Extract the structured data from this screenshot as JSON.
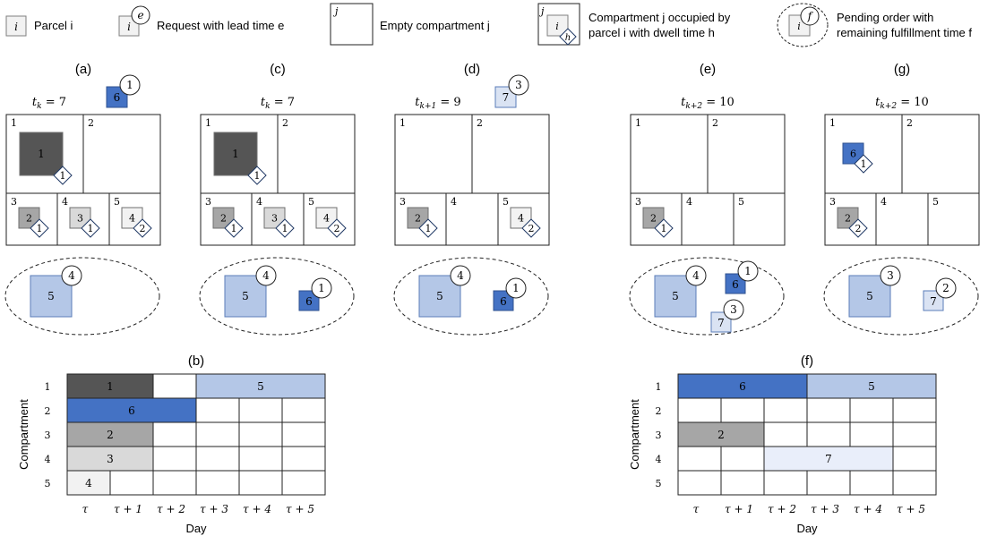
{
  "legend": {
    "parcel": {
      "symbol": "i",
      "label": "Parcel i"
    },
    "request": {
      "symbol": "i",
      "badge": "e",
      "label": "Request with lead time e"
    },
    "empty": {
      "symbol": "j",
      "label": "Empty compartment j"
    },
    "occupied": {
      "symbol_j": "j",
      "symbol_i": "i",
      "symbol_h": "h",
      "label_line1": "Compartment j occupied by",
      "label_line2": "parcel i with dwell time h"
    },
    "pending": {
      "symbol_i": "i",
      "symbol_f": "f",
      "label_line1": "Pending order with",
      "label_line2": "remaining fulfillment time f"
    }
  },
  "colors": {
    "dark": "#555555",
    "mid": "#a6a6a6",
    "light": "#d9d9d9",
    "vlight": "#f2f2f2",
    "blue": "#4472c4",
    "lightblue": "#b4c7e7",
    "paleblue": "#dae3f3",
    "palerblue": "#e9eefa"
  },
  "panels": {
    "a": {
      "letter": "(a)",
      "time": "t_k = 7",
      "request": {
        "id": "6",
        "lead": "1"
      },
      "compartments": [
        {
          "num": "1",
          "parcel": "1",
          "dwell": "1",
          "color": "dark"
        },
        {
          "num": "2"
        },
        {
          "num": "3",
          "parcel": "2",
          "dwell": "1",
          "color": "mid"
        },
        {
          "num": "4",
          "parcel": "3",
          "dwell": "1",
          "color": "light"
        },
        {
          "num": "5",
          "parcel": "4",
          "dwell": "2",
          "color": "vlight"
        }
      ],
      "pending": [
        {
          "id": "5",
          "time": "4",
          "color": "lightblue"
        }
      ]
    },
    "c": {
      "letter": "(c)",
      "time": "t_k = 7",
      "compartments": [
        {
          "num": "1",
          "parcel": "1",
          "dwell": "1",
          "color": "dark"
        },
        {
          "num": "2"
        },
        {
          "num": "3",
          "parcel": "2",
          "dwell": "1",
          "color": "mid"
        },
        {
          "num": "4",
          "parcel": "3",
          "dwell": "1",
          "color": "light"
        },
        {
          "num": "5",
          "parcel": "4",
          "dwell": "2",
          "color": "vlight"
        }
      ],
      "pending": [
        {
          "id": "5",
          "time": "4",
          "color": "lightblue"
        },
        {
          "id": "6",
          "time": "1",
          "color": "blue"
        }
      ]
    },
    "d": {
      "letter": "(d)",
      "time": "t_k+1 = 9",
      "request": {
        "id": "7",
        "lead": "3"
      },
      "compartments": [
        {
          "num": "1"
        },
        {
          "num": "2"
        },
        {
          "num": "3",
          "parcel": "2",
          "dwell": "1",
          "color": "mid"
        },
        {
          "num": "4"
        },
        {
          "num": "5",
          "parcel": "4",
          "dwell": "2",
          "color": "vlight"
        }
      ],
      "pending": [
        {
          "id": "5",
          "time": "4",
          "color": "lightblue"
        },
        {
          "id": "6",
          "time": "1",
          "color": "blue"
        }
      ]
    },
    "e": {
      "letter": "(e)",
      "time": "t_k+2 = 10",
      "compartments": [
        {
          "num": "1"
        },
        {
          "num": "2"
        },
        {
          "num": "3",
          "parcel": "2",
          "dwell": "1",
          "color": "mid"
        },
        {
          "num": "4"
        },
        {
          "num": "5"
        }
      ],
      "pending": [
        {
          "id": "5",
          "time": "4",
          "color": "lightblue"
        },
        {
          "id": "6",
          "time": "1",
          "color": "blue"
        },
        {
          "id": "7",
          "time": "3",
          "color": "paleblue"
        }
      ]
    },
    "g": {
      "letter": "(g)",
      "time": "t_k+2 = 10",
      "compartments": [
        {
          "num": "1",
          "parcel": "6",
          "dwell": "1",
          "color": "blue"
        },
        {
          "num": "2"
        },
        {
          "num": "3",
          "parcel": "2",
          "dwell": "2",
          "color": "mid"
        },
        {
          "num": "4"
        },
        {
          "num": "5"
        }
      ],
      "pending": [
        {
          "id": "5",
          "time": "3",
          "color": "lightblue"
        },
        {
          "id": "7",
          "time": "2",
          "color": "paleblue"
        }
      ]
    }
  },
  "gantt_b": {
    "letter": "(b)",
    "ylabel": "Compartment",
    "xlabel": "Day",
    "rows": [
      "1",
      "2",
      "3",
      "4",
      "5"
    ],
    "days": [
      "τ",
      "τ + 1",
      "τ + 2",
      "τ + 3",
      "τ + 4",
      "τ + 5"
    ],
    "bars": [
      {
        "row": 0,
        "start": 0,
        "len": 2,
        "label": "1",
        "color": "dark"
      },
      {
        "row": 0,
        "start": 3,
        "len": 3,
        "label": "5",
        "color": "lightblue"
      },
      {
        "row": 1,
        "start": 0,
        "len": 3,
        "label": "6",
        "color": "blue"
      },
      {
        "row": 2,
        "start": 0,
        "len": 2,
        "label": "2",
        "color": "mid"
      },
      {
        "row": 3,
        "start": 0,
        "len": 2,
        "label": "3",
        "color": "light"
      },
      {
        "row": 4,
        "start": 0,
        "len": 1,
        "label": "4",
        "color": "vlight"
      }
    ]
  },
  "gantt_f": {
    "letter": "(f)",
    "ylabel": "Compartment",
    "xlabel": "Day",
    "rows": [
      "1",
      "2",
      "3",
      "4",
      "5"
    ],
    "days": [
      "τ",
      "τ + 1",
      "τ + 2",
      "τ + 3",
      "τ + 4",
      "τ + 5"
    ],
    "bars": [
      {
        "row": 0,
        "start": 0,
        "len": 3,
        "label": "6",
        "color": "blue"
      },
      {
        "row": 0,
        "start": 3,
        "len": 3,
        "label": "5",
        "color": "lightblue"
      },
      {
        "row": 2,
        "start": 0,
        "len": 2,
        "label": "2",
        "color": "mid"
      },
      {
        "row": 3,
        "start": 2,
        "len": 3,
        "label": "7",
        "color": "palerblue"
      }
    ]
  }
}
